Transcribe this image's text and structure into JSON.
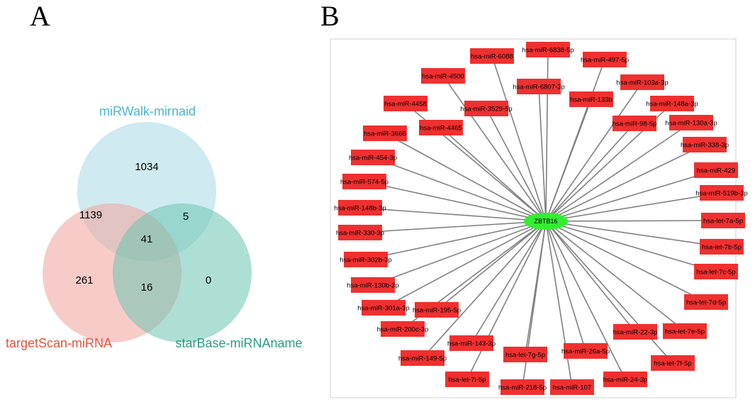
{
  "panel_a": {
    "letter": "A",
    "sets": [
      {
        "key": "mirwalk",
        "label": "miRWalk-mirnaid",
        "fill": "#a8d8e6",
        "text_color": "#4ab5cf"
      },
      {
        "key": "targetscan",
        "label": "targetScan-miRNA",
        "fill": "#f1a29a",
        "text_color": "#e8513d"
      },
      {
        "key": "starbase",
        "label": "starBase-miRNAname",
        "fill": "#6cc5b0",
        "text_color": "#2a9d80"
      }
    ],
    "regions": {
      "mirwalk_only": "1034",
      "mirwalk_targetscan": "1139",
      "mirwalk_starbase": "5",
      "all_three": "41",
      "targetscan_only": "261",
      "targetscan_starbase": "16",
      "starbase_only": "0"
    }
  },
  "panel_b": {
    "letter": "B",
    "hub": {
      "label": "ZBTB16",
      "color": "#33ee33"
    },
    "node_color": "#f03030",
    "edge_color": "#808080",
    "nodes": [
      "hsa-miR-6838-5p",
      "hsa-miR-6088",
      "hsa-miR-497-5p",
      "hsa-miR-4500",
      "hsa-miR-6807-3p",
      "hsa-miR-103a-3p",
      "hsa-miR-133b",
      "hsa-miR-148a-3p",
      "hsa-miR-4458",
      "hsa-miR-3529-5p",
      "hsa-miR-4465",
      "hsa-miR-98-5p",
      "hsa-miR-130a-3p",
      "hsa-miR-3666",
      "hsa-miR-338-3p",
      "hsa-miR-454-3p",
      "hsa-miR-429",
      "hsa-miR-574-5p",
      "hsa-miR-519b-3p",
      "hsa-miR-148b-3p",
      "hsa-let-7a-5p",
      "hsa-miR-330-3p",
      "hsa-let-7b-5p",
      "hsa-miR-302b-3p",
      "hsa-let-7c-5p",
      "hsa-miR-130b-3p",
      "hsa-let-7d-5p",
      "hsa-miR-301a-3p",
      "hsa-miR-195-5p",
      "hsa-miR-200c-3p",
      "hsa-let-7e-5p",
      "hsa-miR-22-3p",
      "hsa-miR-143-3p",
      "hsa-miR-26a-5p",
      "hsa-let-7g-5p",
      "hsa-miR-149-5p",
      "hsa-let-7f-5p",
      "hsa-let-7i-5p",
      "hsa-miR-24-3p",
      "hsa-miR-218-5p",
      "hsa-miR-107"
    ]
  }
}
